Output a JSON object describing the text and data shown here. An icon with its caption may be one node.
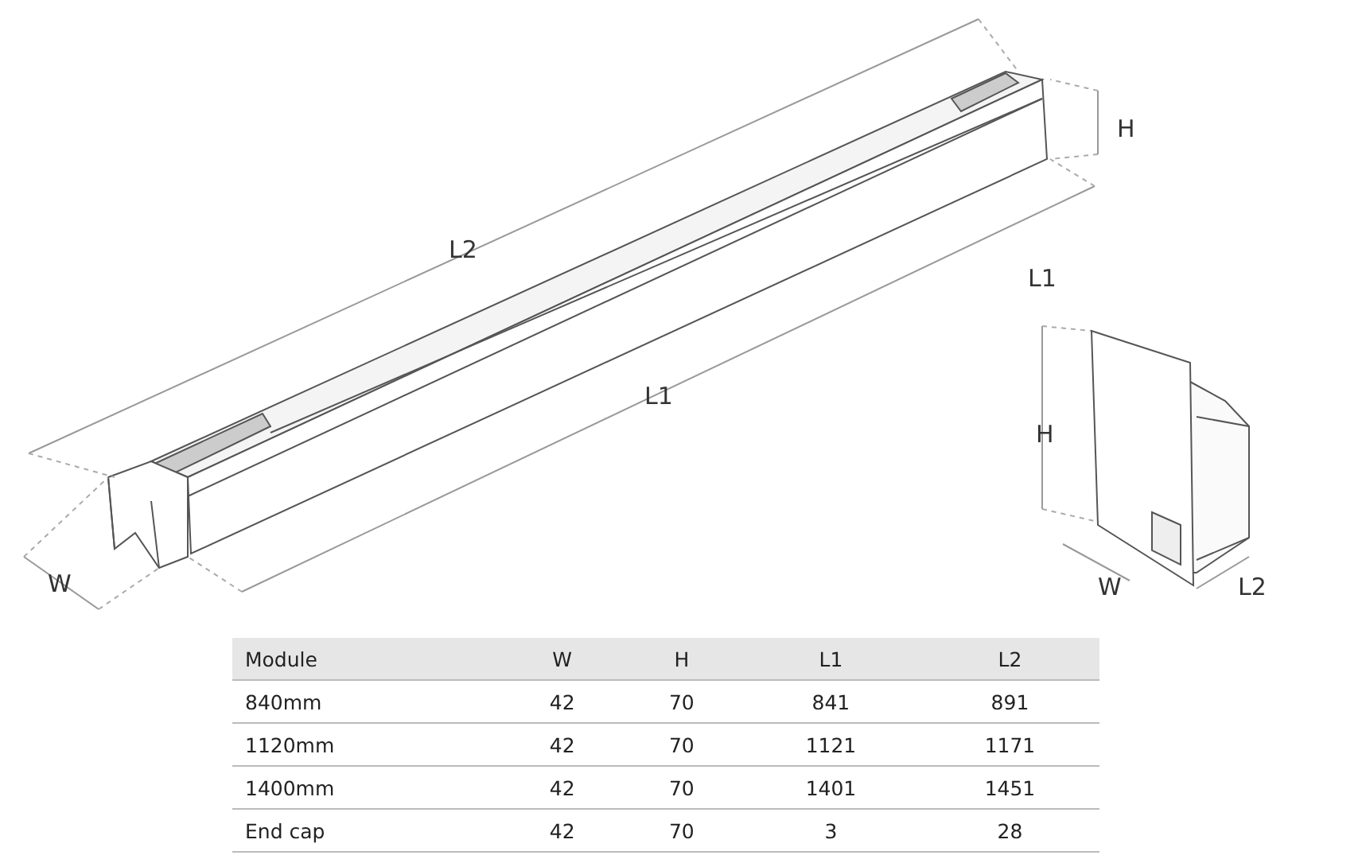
{
  "diagram": {
    "labels": [
      "H",
      "L2",
      "L1",
      "L1",
      "H",
      "W",
      "W",
      "L2",
      "Module",
      "W",
      "H",
      "L1",
      "L2",
      "840mm",
      "42",
      "70",
      "841",
      "891",
      "1120mm",
      "42",
      "70",
      "1121",
      "1171",
      "1400mm",
      "42",
      "70",
      "1401",
      "1451",
      "End cap",
      "42",
      "70",
      "3",
      "28"
    ]
  }
}
